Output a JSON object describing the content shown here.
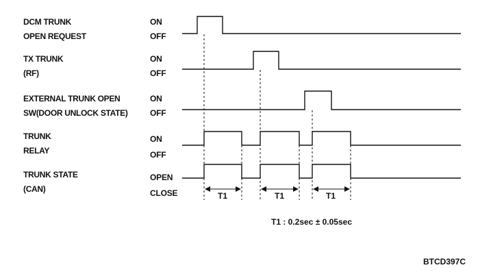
{
  "signals": [
    {
      "line1": "DCM TRUNK",
      "line2": "OPEN REQUEST",
      "high": "ON",
      "low": "OFF"
    },
    {
      "line1": "TX TRUNK",
      "line2": "(RF)",
      "high": "ON",
      "low": "OFF"
    },
    {
      "line1": "EXTERNAL TRUNK OPEN",
      "line2": "SW(DOOR UNLOCK STATE)",
      "high": "ON",
      "low": "OFF"
    },
    {
      "line1": "TRUNK",
      "line2": "RELAY",
      "high": "ON",
      "low": "OFF"
    },
    {
      "line1": "TRUNK STATE",
      "line2": "(CAN)",
      "high": "OPEN",
      "low": "CLOSE"
    }
  ],
  "interval_label": "T1",
  "note": "T1 : 0.2sec ± 0.05sec",
  "figure_code": "BTCD397C"
}
